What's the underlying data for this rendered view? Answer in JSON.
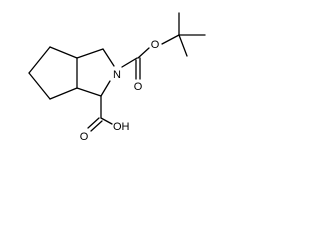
{
  "molecule": {
    "atom_labels": {
      "ring_nitrogen": "N",
      "carbamate_carbonyl_oxygen": "O",
      "carbamate_ester_oxygen": "O",
      "acid_carbonyl_oxygen": "O",
      "acid_hydroxyl": "OH"
    },
    "colors": {
      "bonds": "#000000",
      "labels": "#000000",
      "background": "#ffffff"
    }
  }
}
